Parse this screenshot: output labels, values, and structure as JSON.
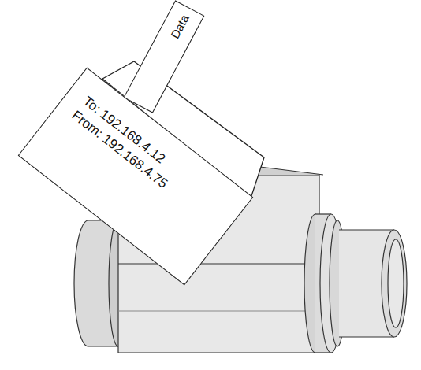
{
  "diagram": {
    "nodes": [
      {
        "text": [
          "Data"
        ]
      },
      {
        "text": [
          "To: 192.168.4.12",
          "From: 192.168.4.75"
        ]
      }
    ]
  }
}
